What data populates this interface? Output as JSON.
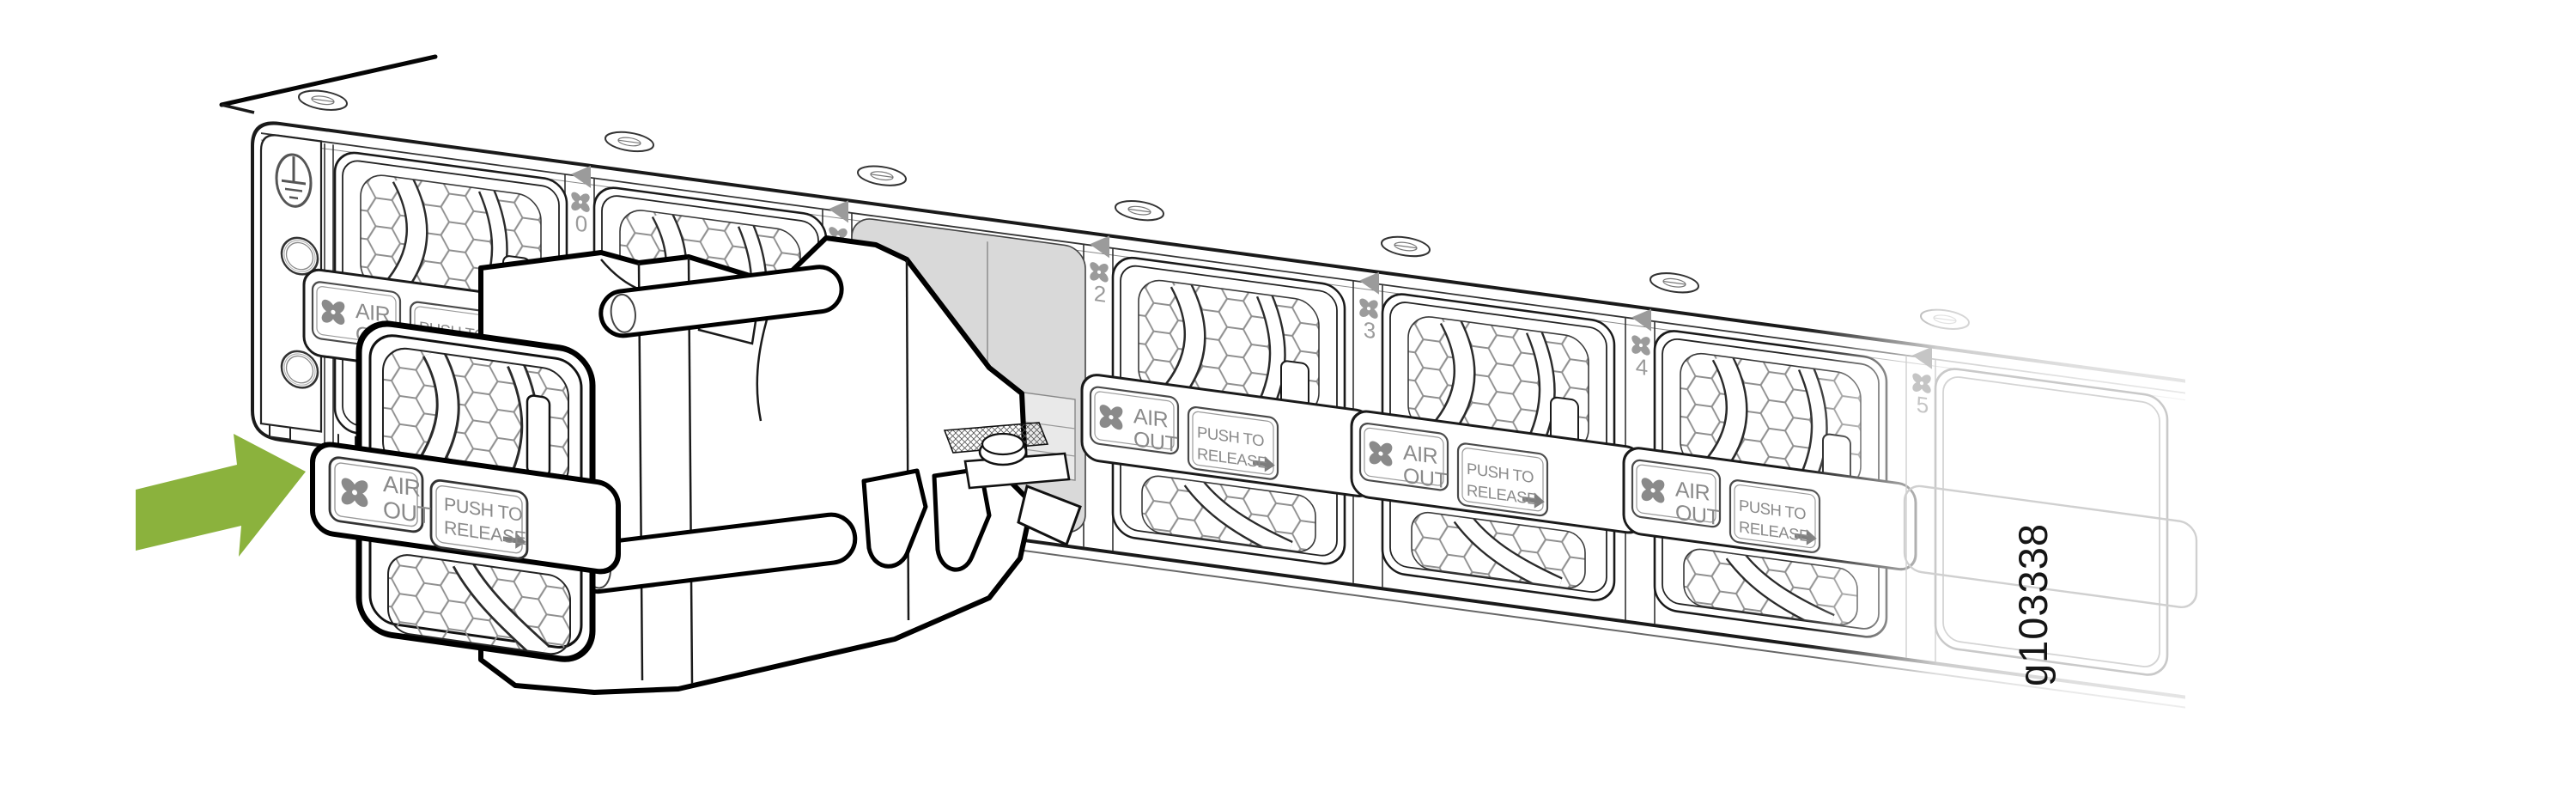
{
  "figure": {
    "graphic_id": "g103338"
  },
  "labels": {
    "air_line1": "AIR",
    "air_line2": "OUT",
    "push_line1": "PUSH TO",
    "push_line2": "RELEASE"
  },
  "slots": [
    {
      "number": "0"
    },
    {
      "number": ""
    },
    {
      "number": "2"
    },
    {
      "number": "3"
    },
    {
      "number": "4"
    },
    {
      "number": "5"
    }
  ],
  "colors": {
    "arrow_green": "#8BB23D",
    "label_gray": "#8a8a8a",
    "marker_gray": "#9b9b9b",
    "empty_bay_fill": "#d9d9d9",
    "outline": "#111111"
  },
  "icons": {
    "fan": "fan-icon",
    "push_release_arrow": "arrow-right-icon",
    "slot_pointer": "triangle-left-icon",
    "grounding": "earth-ground-icon",
    "screw": "screw-icon",
    "insert_direction": "green-arrow-right-icon"
  }
}
